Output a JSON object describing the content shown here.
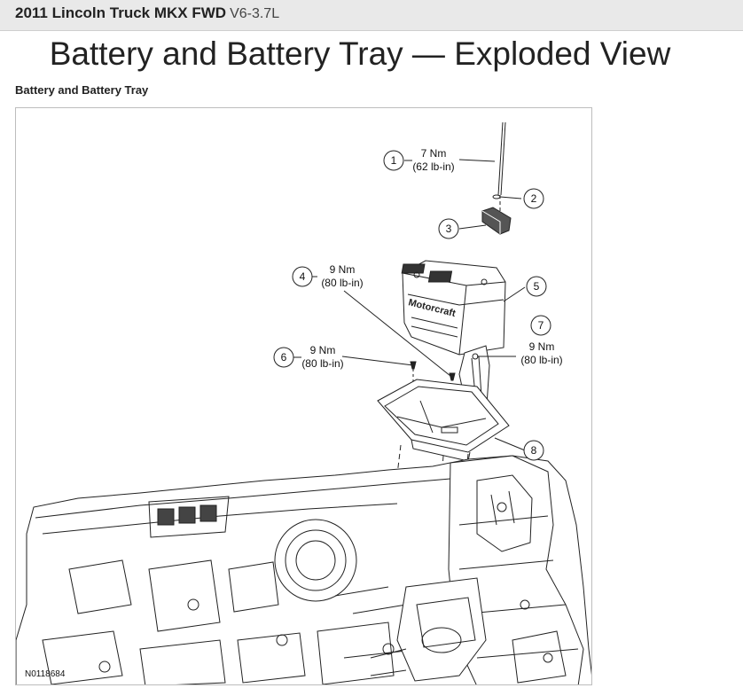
{
  "header": {
    "vehicle": "2011 Lincoln Truck MKX FWD",
    "engine": "V6-3.7L"
  },
  "page_title": "Battery and Battery Tray — Exploded View",
  "section_title": "Battery and Battery Tray",
  "figure": {
    "id": "N0118684",
    "callouts": [
      {
        "num": "1",
        "torque": "7 Nm",
        "torque_alt": "(62 lb-in)"
      },
      {
        "num": "2"
      },
      {
        "num": "3"
      },
      {
        "num": "4",
        "torque": "9 Nm",
        "torque_alt": "(80 lb-in)"
      },
      {
        "num": "5"
      },
      {
        "num": "6",
        "torque": "9 Nm",
        "torque_alt": "(80 lb-in)"
      },
      {
        "num": "7",
        "torque": "9 Nm",
        "torque_alt": "(80 lb-in)"
      },
      {
        "num": "8"
      }
    ],
    "battery_brand": "Motorcraft"
  }
}
